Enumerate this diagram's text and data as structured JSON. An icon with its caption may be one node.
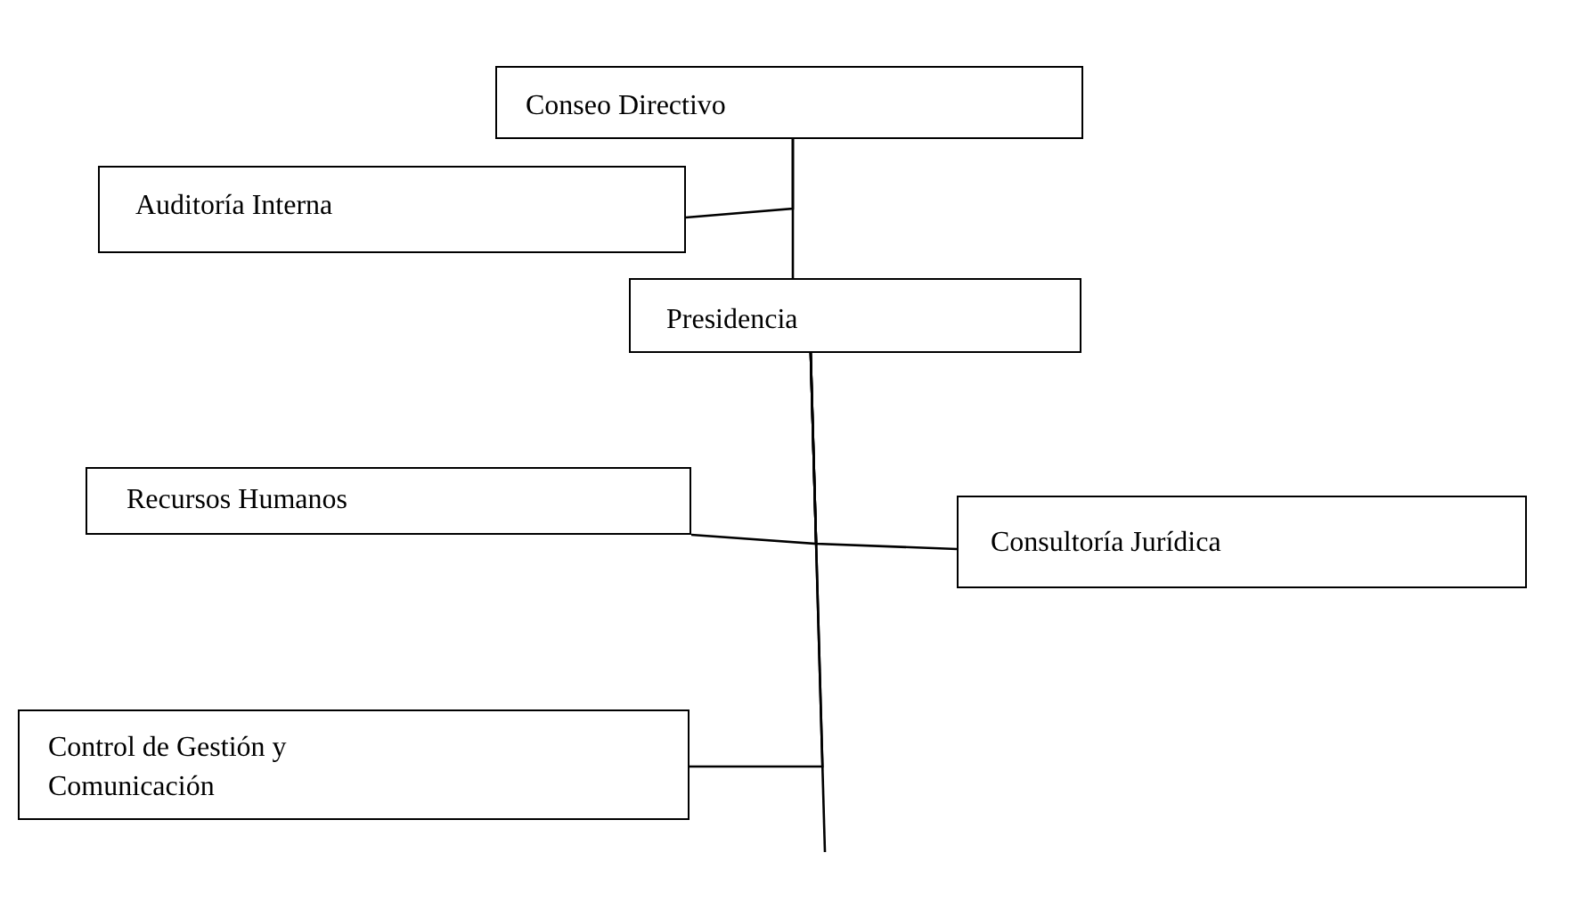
{
  "diagram": {
    "nodes": [
      {
        "text": [
          "Conseo Directivo"
        ]
      },
      {
        "text": [
          "Auditoría Interna"
        ]
      },
      {
        "text": [
          "Presidencia"
        ]
      },
      {
        "text": [
          "Recursos Humanos"
        ]
      },
      {
        "text": [
          "Consultoría Jurídica"
        ]
      },
      {
        "text": [
          "Control de Gestión y Comunicación"
        ]
      }
    ],
    "edges": [
      {
        "from": 0,
        "to": 2,
        "arrow": "none"
      },
      {
        "from": 0,
        "to": 1,
        "arrow": "none"
      },
      {
        "from": 2,
        "to": 3,
        "arrow": "none"
      },
      {
        "from": 2,
        "to": 4,
        "arrow": "none"
      },
      {
        "from": 2,
        "to": 5,
        "arrow": "none"
      },
      {
        "from": 2,
        "to": null,
        "arrow": "none"
      }
    ]
  }
}
